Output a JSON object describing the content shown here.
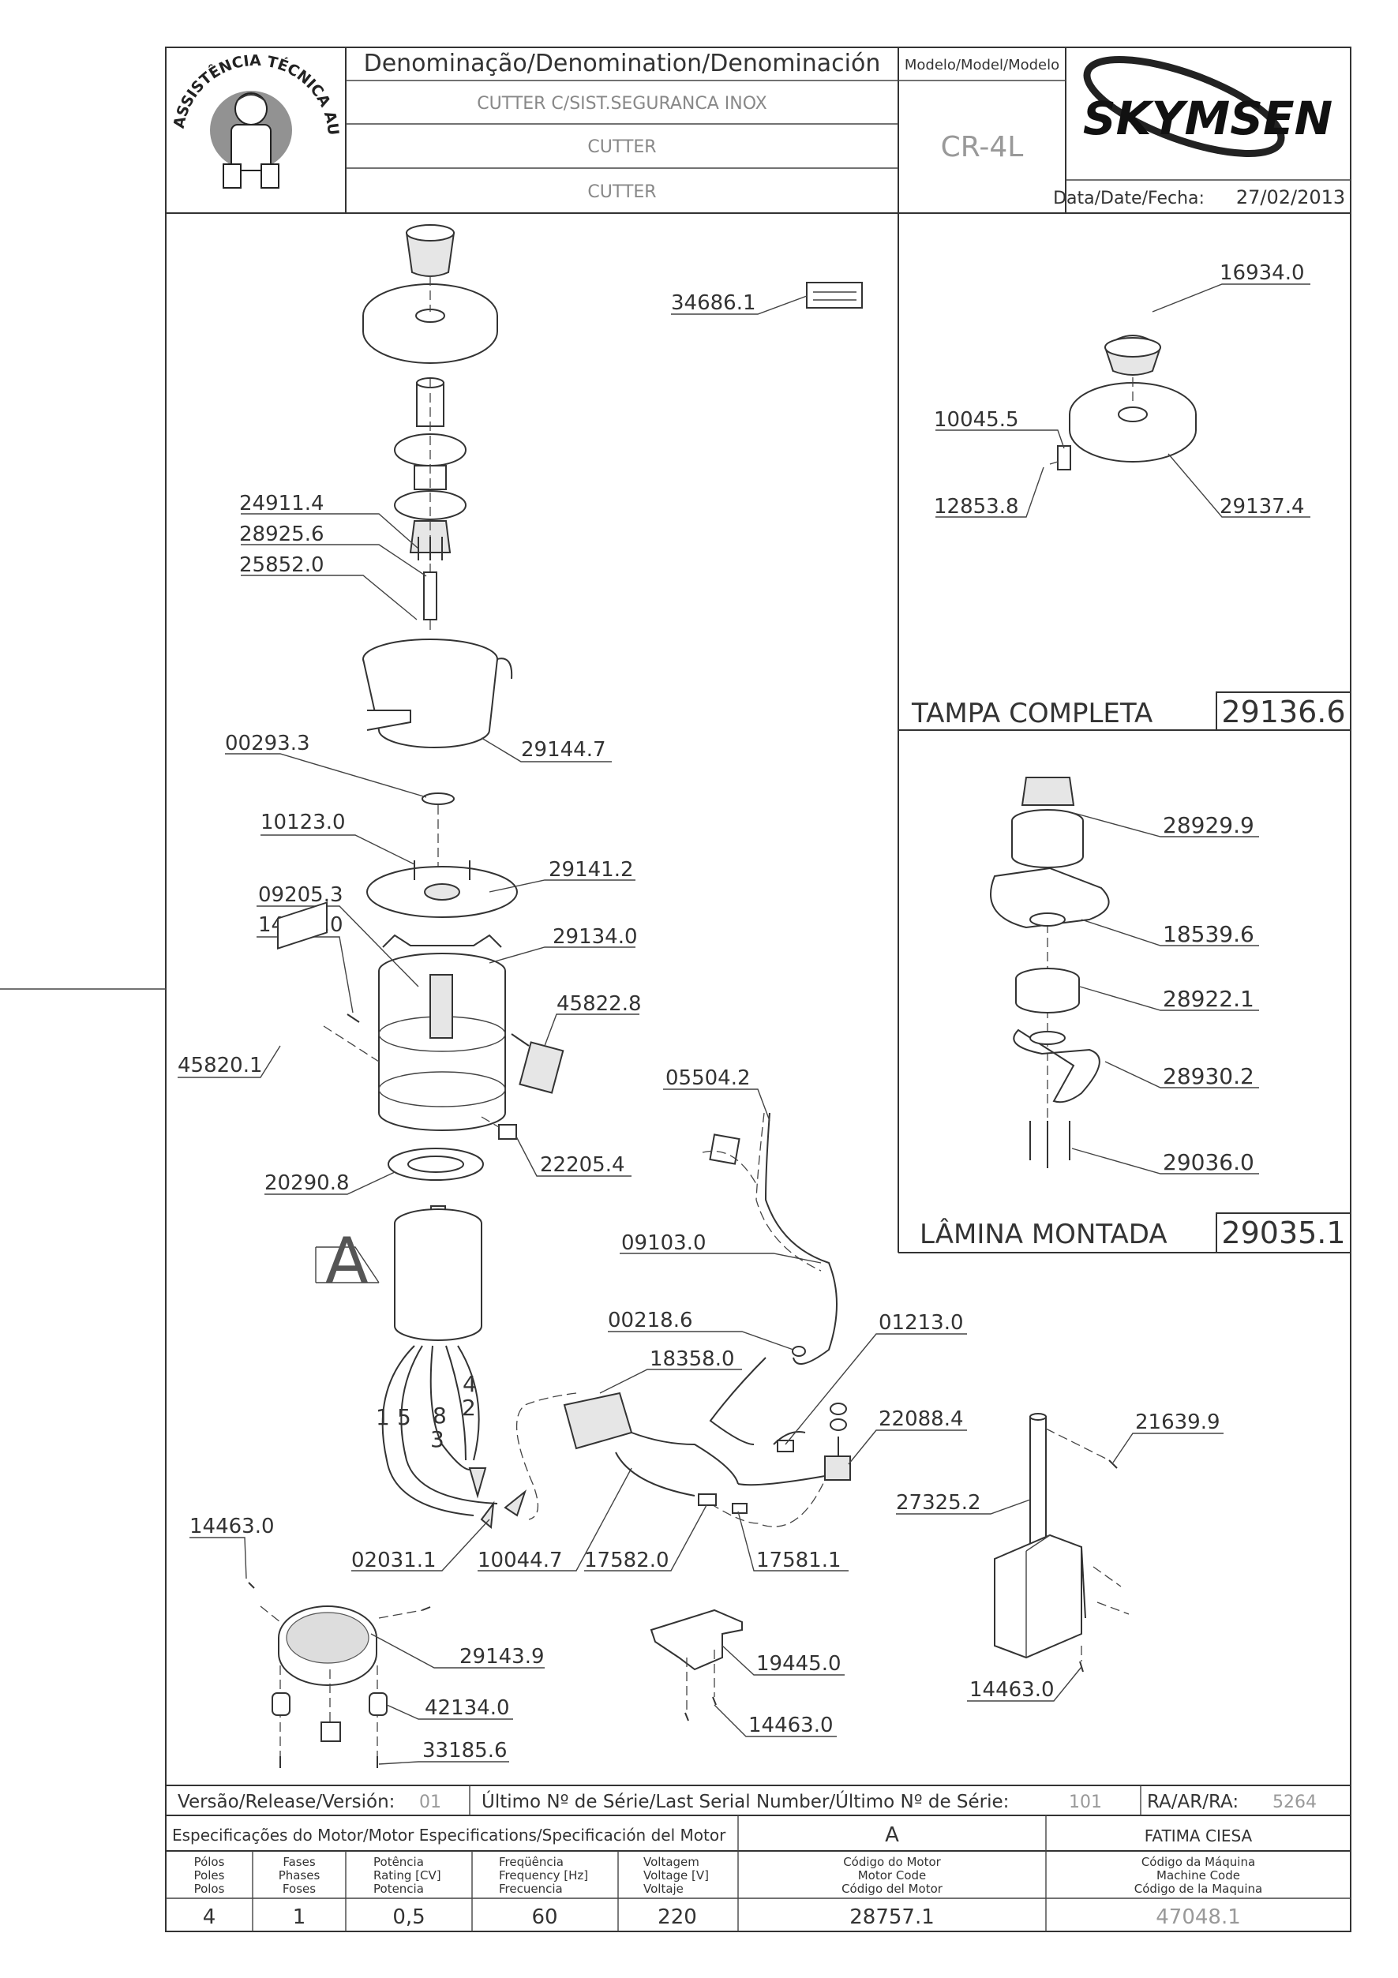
{
  "header": {
    "denomination_label": "Denominação/Denomination/Denominación",
    "name_pt": "CUTTER C/SIST.SEGURANCA INOX",
    "name_en": "CUTTER",
    "name_es": "CUTTER",
    "model_label": "Modelo/Model/Modelo",
    "model_value": "CR-4L",
    "brand": "SKYMSEN",
    "date_label": "Data/Date/Fecha:",
    "date_value": "27/02/2013",
    "seal_text": "ASSISTÊNCIA TÉCNICA AUTORIZADA"
  },
  "parts": {
    "p34686": "34686.1",
    "p24911": "24911.4",
    "p28925": "28925.6",
    "p25852": "25852.0",
    "p29144": "29144.7",
    "p00293": "00293.3",
    "p10123": "10123.0",
    "p29141": "29141.2",
    "p09205": "09205.3",
    "p14463a": "14463.0",
    "p29134": "29134.0",
    "p45822": "45822.8",
    "p45820": "45820.1",
    "p22205": "22205.4",
    "p20290": "20290.8",
    "p05504": "05504.2",
    "p09103": "09103.0",
    "p00218": "00218.6",
    "p01213": "01213.0",
    "p18358": "18358.0",
    "p22088": "22088.4",
    "p21639": "21639.9",
    "p27325": "27325.2",
    "p14463b": "14463.0",
    "p02031": "02031.1",
    "p10044": "10044.7",
    "p17582": "17582.0",
    "p17581": "17581.1",
    "p29143": "29143.9",
    "p42134": "42134.0",
    "p33185": "33185.6",
    "p19445": "19445.0",
    "p14463c": "14463.0",
    "p14463d": "14463.0",
    "p16934": "16934.0",
    "p10045": "10045.5",
    "p12853": "12853.8",
    "p29137": "29137.4",
    "p28929": "28929.9",
    "p18539": "18539.6",
    "p28922": "28922.1",
    "p28930": "28930.2",
    "p29036": "29036.0"
  },
  "assemblies": {
    "lid_name": "TAMPA COMPLETA",
    "lid_code": "29136.6",
    "blade_name": "LÂMINA MONTADA",
    "blade_code": "29035.1",
    "motor_letter": "A",
    "wire_1": "1",
    "wire_5": "5",
    "wire_8": "8",
    "wire_3": "3",
    "wire_4": "4",
    "wire_2": "2"
  },
  "footer": {
    "version_label": "Versão/Release/Versión:",
    "version_value": "01",
    "serial_label": "Último Nº de Série/Last Serial Number/Último Nº de Série:",
    "serial_value": "101",
    "ra_label": "RA/AR/RA:",
    "ra_value": "5264",
    "motor_spec_label": "Especificações do Motor/Motor Especifications/Specificación del Motor",
    "motor_letter": "A",
    "owner": "FATIMA CIESA",
    "cols": [
      {
        "l1": "Pólos",
        "l2": "Poles",
        "l3": "Polos",
        "value": "4"
      },
      {
        "l1": "Fases",
        "l2": "Phases",
        "l3": "Foses",
        "value": "1"
      },
      {
        "l1": "Potência",
        "l2": "Rating [CV]",
        "l3": "Potencia",
        "value": "0,5"
      },
      {
        "l1": "Freqüência",
        "l2": "Frequency [Hz]",
        "l3": "Frecuencia",
        "value": "60"
      },
      {
        "l1": "Voltagem",
        "l2": "Voltage [V]",
        "l3": "Voltaje",
        "value": "220"
      },
      {
        "l1": "Código do Motor",
        "l2": "Motor Code",
        "l3": "Código del Motor",
        "value": "28757.1"
      },
      {
        "l1": "Código da Máquina",
        "l2": "Machine Code",
        "l3": "Código de la Maquina",
        "value": "47048.1"
      }
    ]
  }
}
